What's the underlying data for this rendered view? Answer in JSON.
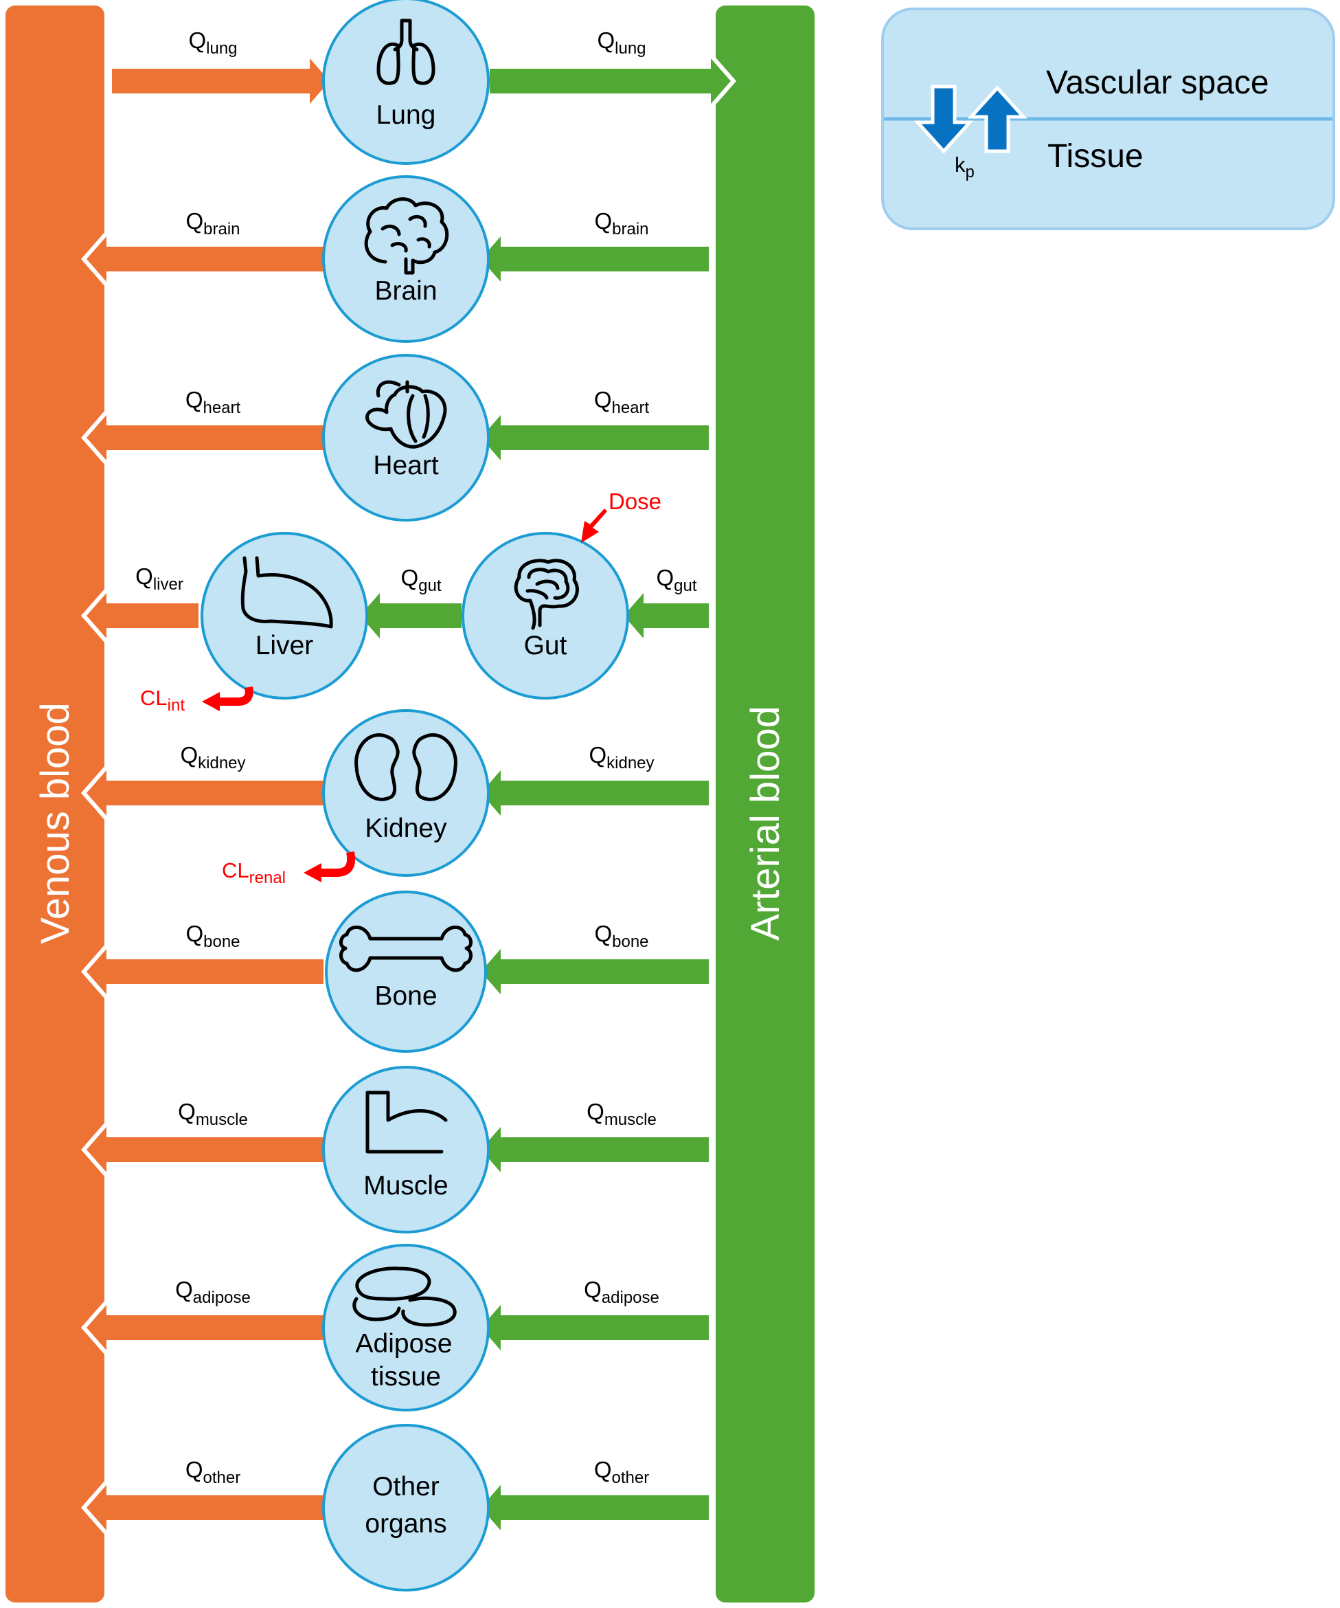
{
  "colors": {
    "venous": "#ec7334",
    "arterial": "#52a834",
    "organ_fill": "#c2e4f5",
    "organ_stroke": "#1d9cd3",
    "clearance": "#ff0000",
    "partition_arrow": "#0772c2"
  },
  "columns": {
    "venous": "Venous blood",
    "arterial": "Arterial blood"
  },
  "legend": {
    "vascular": "Vascular space",
    "tissue": "Tissue",
    "kp_main": "k",
    "kp_sub": "p"
  },
  "organs": [
    {
      "id": "lung",
      "lines": [
        "Lung"
      ],
      "icon": "lungs-icon",
      "q_main": "Q",
      "q_sub": "lung"
    },
    {
      "id": "brain",
      "lines": [
        "Brain"
      ],
      "icon": "brain-icon",
      "q_main": "Q",
      "q_sub": "brain"
    },
    {
      "id": "heart",
      "lines": [
        "Heart"
      ],
      "icon": "heart-icon",
      "q_main": "Q",
      "q_sub": "heart"
    },
    {
      "id": "gut",
      "lines": [
        "Gut"
      ],
      "icon": "intestines-icon",
      "q_main": "Q",
      "q_sub": "gut"
    },
    {
      "id": "liver",
      "lines": [
        "Liver"
      ],
      "icon": "liver-icon",
      "q_main": "Q",
      "q_sub": "liver"
    },
    {
      "id": "kidney",
      "lines": [
        "Kidney"
      ],
      "icon": "kidneys-icon",
      "q_main": "Q",
      "q_sub": "kidney"
    },
    {
      "id": "bone",
      "lines": [
        "Bone"
      ],
      "icon": "bone-icon",
      "q_main": "Q",
      "q_sub": "bone"
    },
    {
      "id": "muscle",
      "lines": [
        "Muscle"
      ],
      "icon": "muscle-icon",
      "q_main": "Q",
      "q_sub": "muscle"
    },
    {
      "id": "adipose",
      "lines": [
        "Adipose",
        "tissue"
      ],
      "icon": "fat-cells-icon",
      "q_main": "Q",
      "q_sub": "adipose"
    },
    {
      "id": "other",
      "lines": [
        "Other",
        "organs"
      ],
      "icon": "",
      "q_main": "Q",
      "q_sub": "other"
    }
  ],
  "dose": "Dose",
  "clearances": [
    {
      "organ": "liver",
      "main": "CL",
      "sub": "int"
    },
    {
      "organ": "kidney",
      "main": "CL",
      "sub": "renal"
    }
  ]
}
